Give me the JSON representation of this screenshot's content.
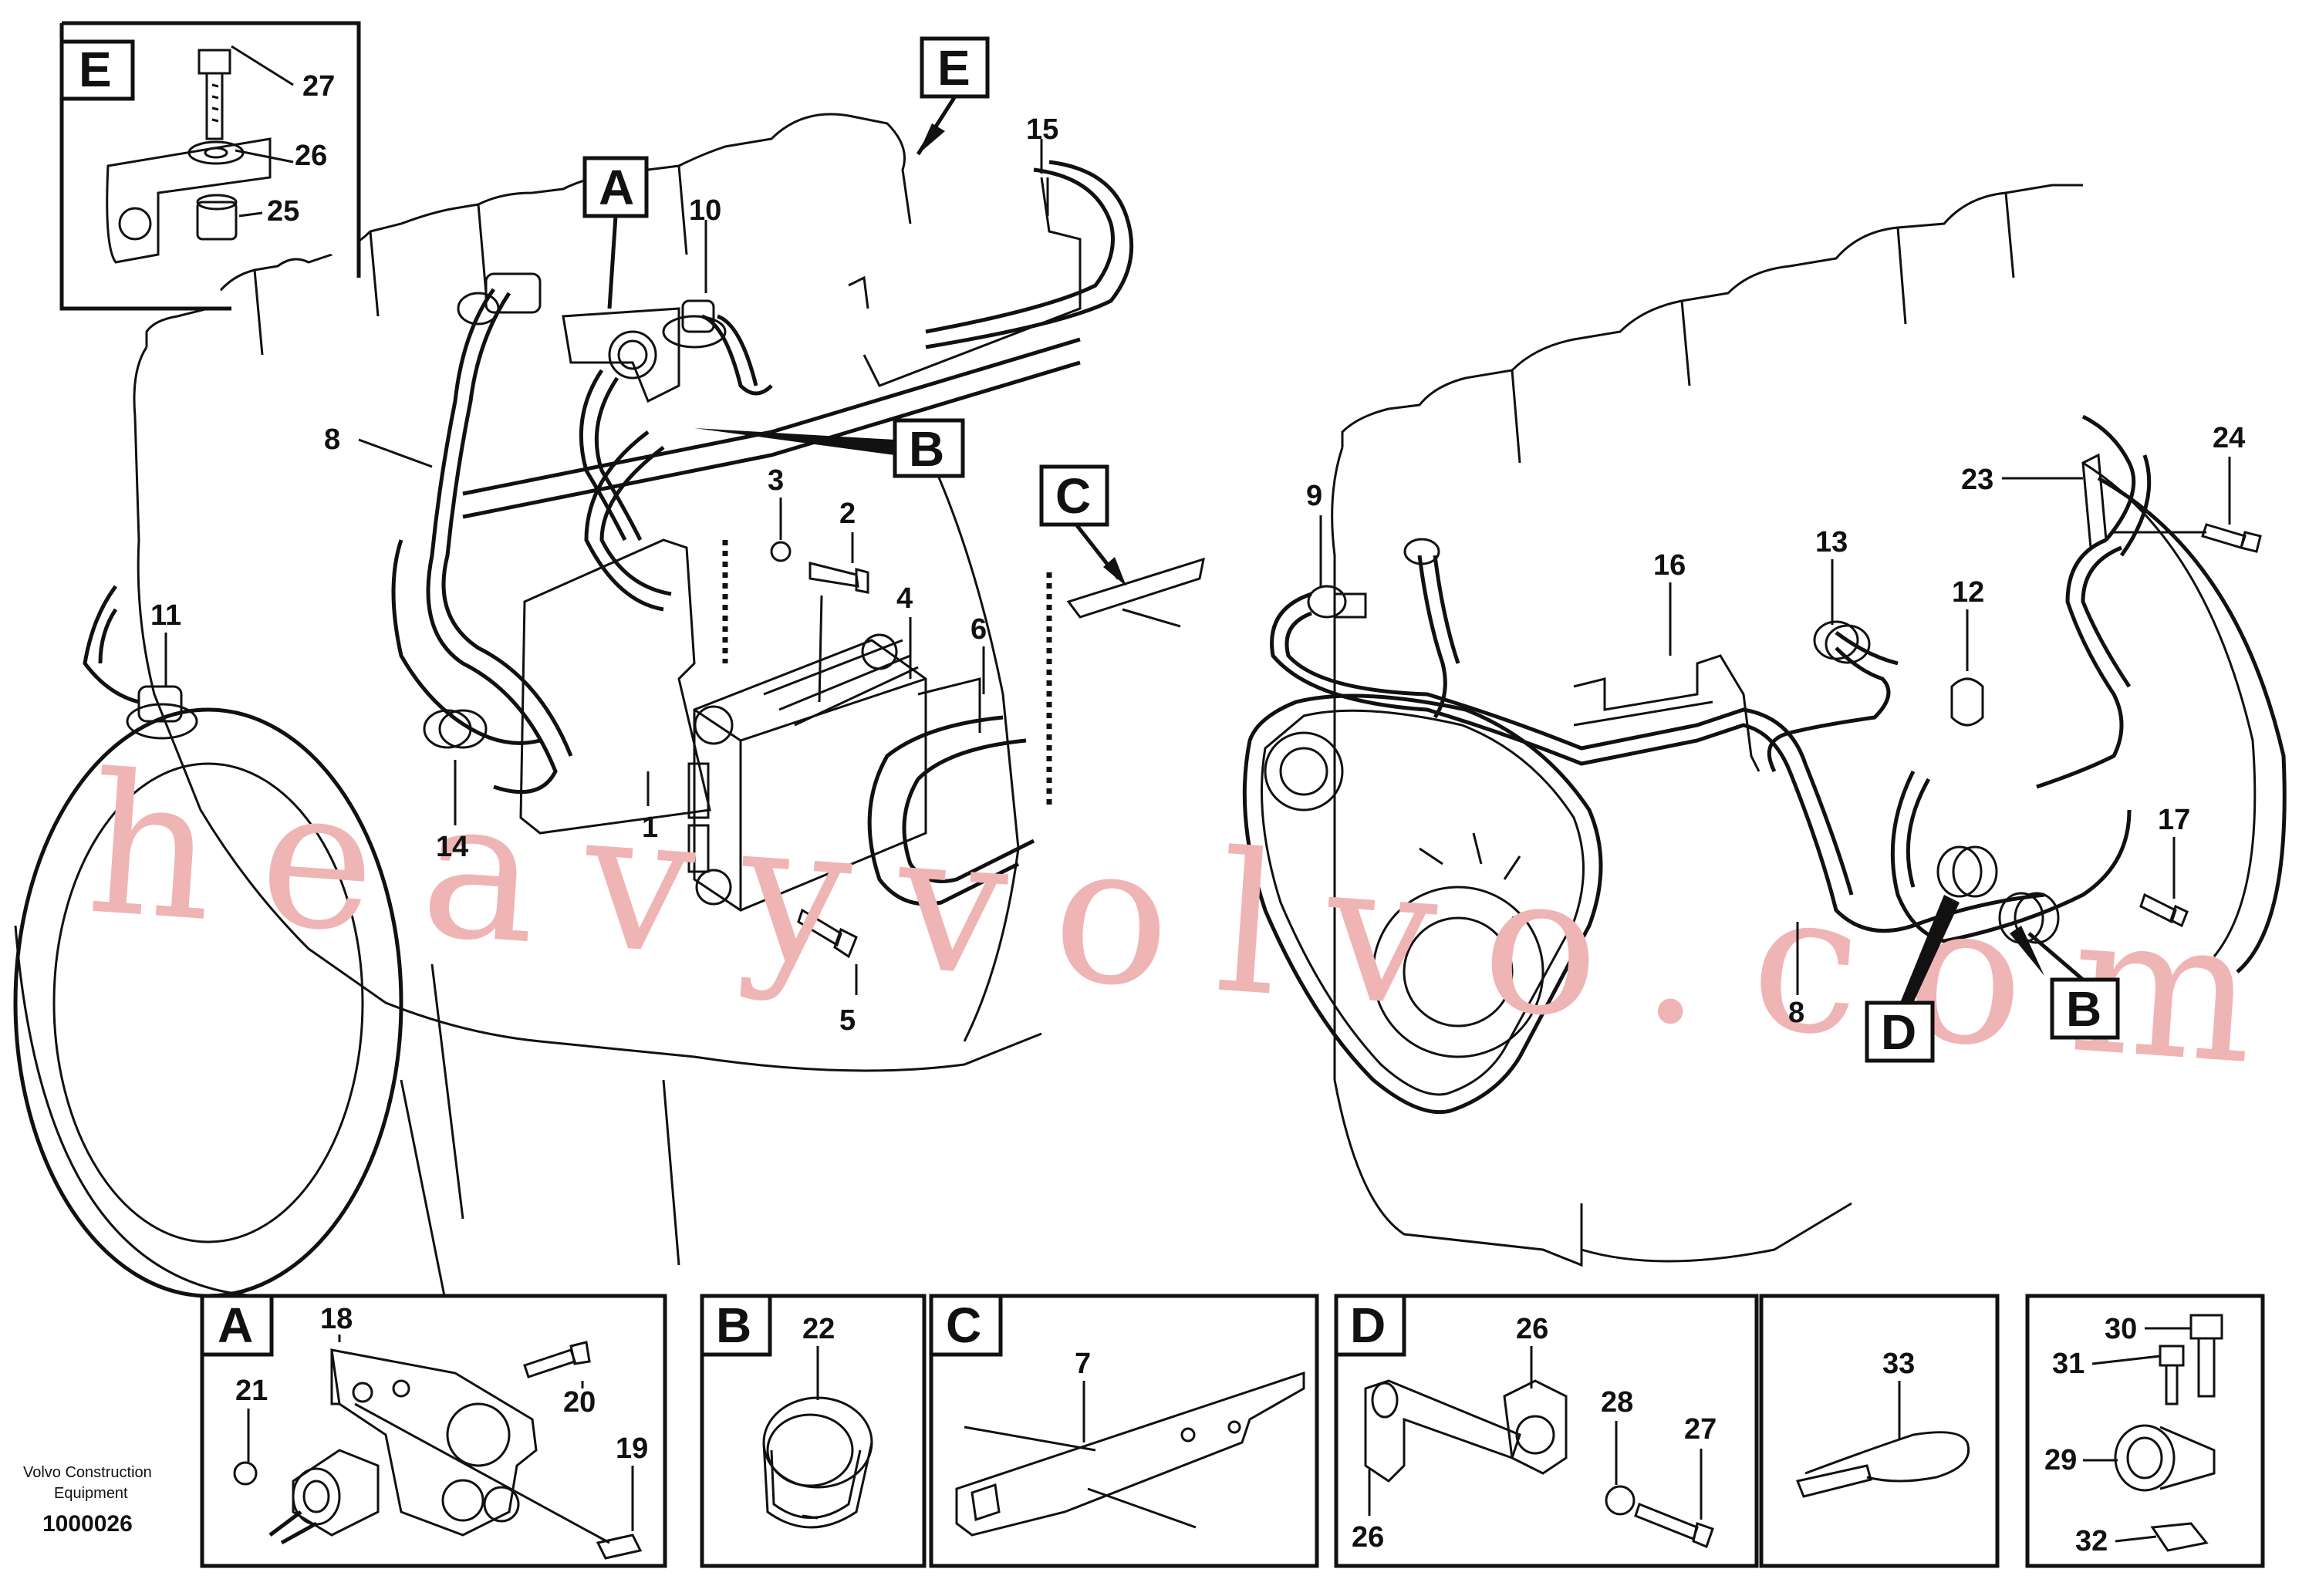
{
  "callouts": {
    "c1": "1",
    "c2": "2",
    "c3": "3",
    "c4": "4",
    "c5": "5",
    "c6": "6",
    "c7": "7",
    "c8a": "8",
    "c8b": "8",
    "c9": "9",
    "c10": "10",
    "c11": "11",
    "c12": "12",
    "c13": "13",
    "c14": "14",
    "c15": "15",
    "c16": "16",
    "c17": "17",
    "c18": "18",
    "c19": "19",
    "c20": "20",
    "c21": "21",
    "c22": "22",
    "c23": "23",
    "c24": "24",
    "c25": "25",
    "c26a": "26",
    "c26b": "26",
    "c26c": "26",
    "c27a": "27",
    "c27b": "27",
    "c28": "28",
    "c29": "29",
    "c30": "30",
    "c31": "31",
    "c32": "32",
    "c33": "33"
  },
  "detail_labels": {
    "a_main": "A",
    "b_main_top": "B",
    "b_main_bottom": "B",
    "c_main": "C",
    "d_main": "D",
    "e_main": "E",
    "e_inset": "E",
    "a_panel": "A",
    "b_panel": "B",
    "c_panel": "C",
    "d_panel": "D"
  },
  "footer": {
    "brand_line1": "Volvo Construction",
    "brand_line2": "Equipment",
    "drawing_number": "1000026"
  },
  "watermark": "heavyvolvo.com"
}
